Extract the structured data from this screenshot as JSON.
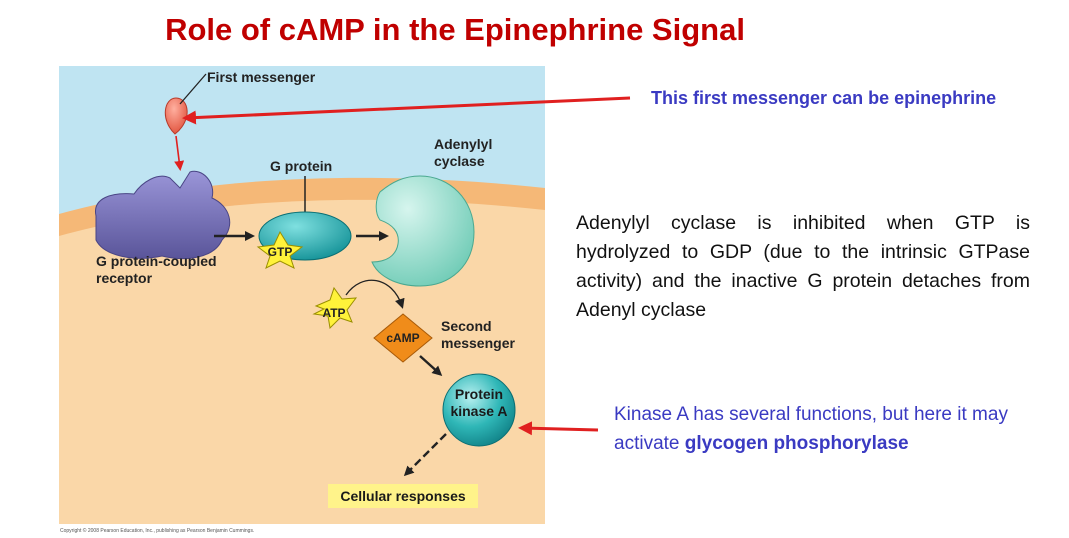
{
  "title": "Role of cAMP in the Epinephrine Signal",
  "diagram": {
    "first_messenger": "First messenger",
    "g_protein": "G protein",
    "adenylyl_cyclase_line1": "Adenylyl",
    "adenylyl_cyclase_line2": "cyclase",
    "receptor_line1": "G protein-coupled",
    "receptor_line2": "receptor",
    "gtp": "GTP",
    "atp": "ATP",
    "camp": "cAMP",
    "second_messenger_line1": "Second",
    "second_messenger_line2": "messenger",
    "kinase_line1": "Protein",
    "kinase_line2": "kinase A",
    "cellular_responses": "Cellular responses",
    "copyright": "Copyright © 2008 Pearson Education, Inc., publishing as Pearson Benjamin Cummings."
  },
  "notes": {
    "first_messenger_note": "This first messenger can be epinephrine",
    "cyclase_note": "Adenylyl cyclase is inhibited when GTP is hydrolyzed to GDP (due to the intrinsic GTPase activity) and the inactive G protein detaches from Adenyl cyclase",
    "kinase_note_prefix": "Kinase A has several functions, but here it may activate ",
    "kinase_note_bold": "glycogen phosphorylase"
  },
  "colors": {
    "title": "#c00000",
    "note_blue": "#3a3ac2",
    "annotation_arrow": "#e02020",
    "extracellular": "#bfe4f2",
    "cytoplasm": "#fad7a8",
    "membrane": "#f5b877",
    "receptor": "#7a75ba",
    "g_protein": "#16a8a8",
    "adenylyl_cyclase": "#8fd9c6",
    "camp": "#f08c1a",
    "kinase": "#2fb7b7",
    "starburst": "#fff23a",
    "responses_box": "#fff38a"
  }
}
